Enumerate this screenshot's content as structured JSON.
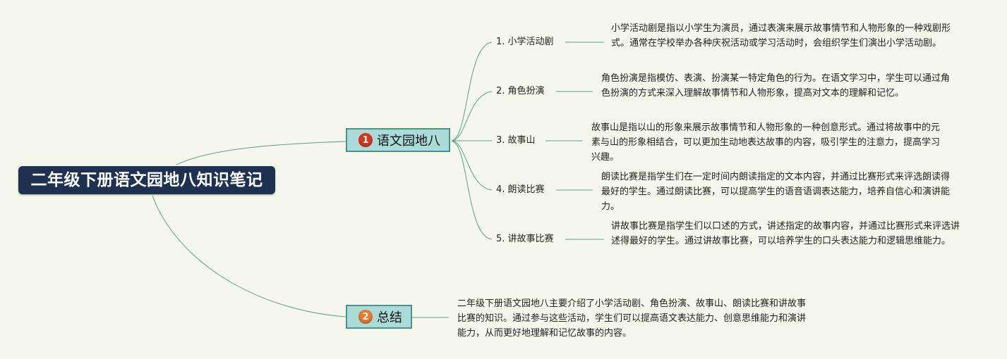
{
  "root": {
    "title": "二年级下册语文园地八知识笔记"
  },
  "branches": [
    {
      "num": "1",
      "label": "语文园地八",
      "badge_color": "#d9351e"
    },
    {
      "num": "2",
      "label": "总结",
      "badge_color": "#e8792a"
    }
  ],
  "topics": [
    {
      "label": "1. 小学活动剧",
      "desc": "小学活动剧是指以小学生为演员，通过表演来展示故事情节和人物形象的一种戏剧形式。通常在学校举办各种庆祝活动或学习活动时，会组织学生们演出小学活动剧。"
    },
    {
      "label": "2. 角色扮演",
      "desc": "角色扮演是指模仿、表演、扮演某一特定角色的行为。在语文学习中，学生可以通过角色扮演的方式来深入理解故事情节和人物形象，提高对文本的理解和记忆。"
    },
    {
      "label": "3. 故事山",
      "desc": "故事山是指以山的形象来展示故事情节和人物形象的一种创意形式。通过将故事中的元素与山的形象相结合，可以更加生动地表达故事的内容，吸引学生的注意力，提高学习兴趣。"
    },
    {
      "label": "4. 朗读比赛",
      "desc": "朗读比赛是指学生们在一定时间内朗读指定的文本内容，并通过比赛形式来评选朗读得最好的学生。通过朗读比赛，可以提高学生的语音语调表达能力，培养自信心和演讲能力。"
    },
    {
      "label": "5. 讲故事比赛",
      "desc": "讲故事比赛是指学生们以口述的方式，讲述指定的故事内容，并通过比赛形式来评选讲述得最好的学生。通过讲故事比赛，可以培养学生的口头表达能力和逻辑思维能力。"
    }
  ],
  "summary": {
    "desc": "二年级下册语文园地八主要介绍了小学活动剧、角色扮演、故事山、朗读比赛和讲故事比赛的知识。通过参与这些活动，学生们可以提高语文表达能力、创意思维能力和演讲能力，从而更好地理解和记忆故事的内容。"
  },
  "colors": {
    "background": "#f6f7ec",
    "root_fill": "#1f3150",
    "branch_fill": "#a9dcd9",
    "branch_border": "#4d8f8b",
    "link": "#5f9e86"
  }
}
